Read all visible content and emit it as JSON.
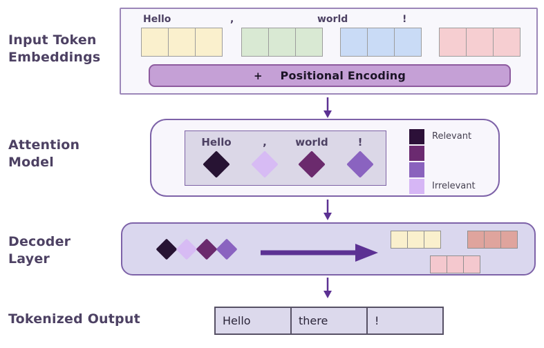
{
  "theme": {
    "page_bg": "#ffffff",
    "label_color": "#4d4163",
    "arrow_color": "#5c3193"
  },
  "section_labels": {
    "input": "Input Token Embeddings",
    "attention": "Attention Model",
    "decoder": "Decoder Layer",
    "output": "Tokenized Output"
  },
  "input_section": {
    "tokens": [
      {
        "label": "Hello",
        "color": "#faf0cd"
      },
      {
        "label": ",",
        "color": "#d9e9d3"
      },
      {
        "label": "world",
        "color": "#c9dbf6"
      },
      {
        "label": "!",
        "color": "#f6ced1"
      }
    ],
    "positional_bar": {
      "plus": "+",
      "label": "Positional Encoding",
      "bg": "#c5a0d6",
      "border": "#8d5a9e"
    }
  },
  "attention_section": {
    "tokens": [
      {
        "label": "Hello",
        "color": "#271333"
      },
      {
        "label": ",",
        "color": "#d7bbf4"
      },
      {
        "label": "world",
        "color": "#6b2a6d"
      },
      {
        "label": "!",
        "color": "#8a63c0"
      }
    ],
    "legend": {
      "top_label": "Relevant",
      "bottom_label": "Irrelevant",
      "colors": [
        "#2c1038",
        "#6b2a70",
        "#8a62bd",
        "#d6b6f5"
      ]
    }
  },
  "decoder_section": {
    "diamond_colors": [
      "#271333",
      "#d7bbf4",
      "#6b2a6d",
      "#8a63c0"
    ],
    "cell_groups": [
      {
        "name": "yellow-cells",
        "color": "#faf0cd"
      },
      {
        "name": "salmon-cells",
        "color": "#dfa49d"
      },
      {
        "name": "pink-cells",
        "color": "#f4c8ce"
      }
    ]
  },
  "output_section": {
    "cells": [
      "Hello",
      "there",
      "!"
    ]
  }
}
